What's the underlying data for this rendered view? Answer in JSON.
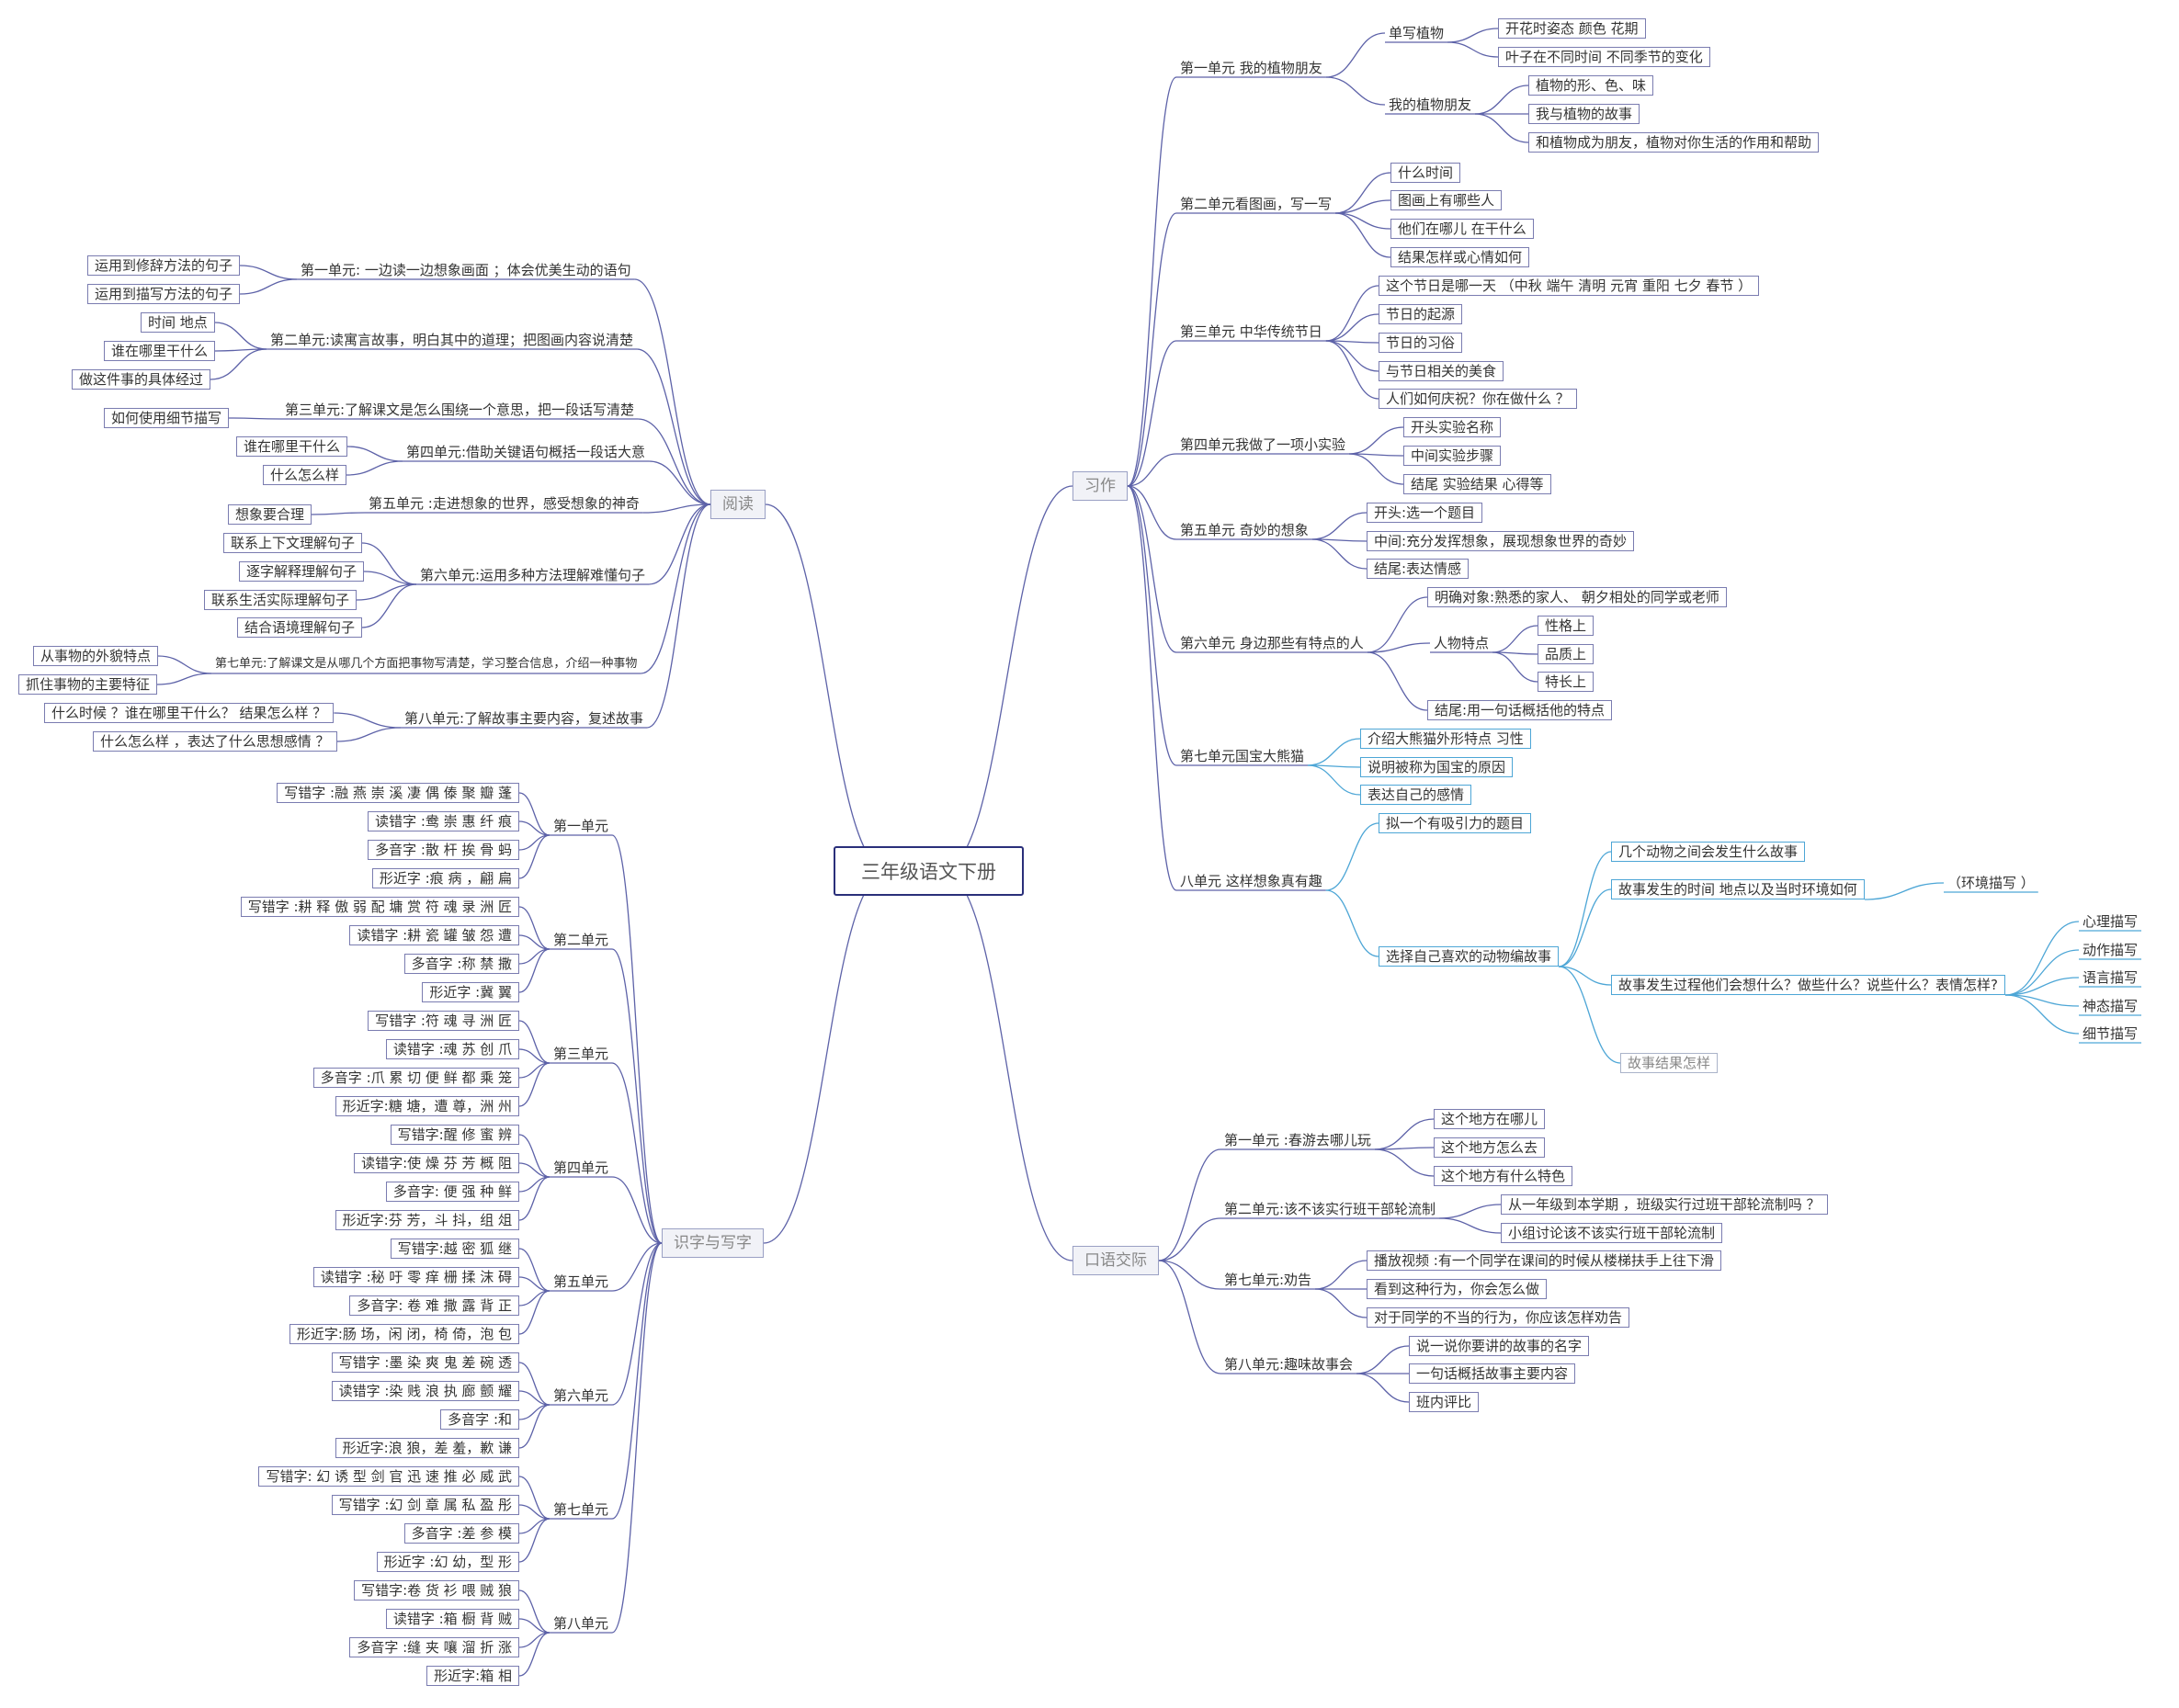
{
  "root": {
    "title": "三年级语文下册"
  },
  "branches": {
    "xizuo": {
      "label": "习作",
      "u1": {
        "label": "第一单元  我的植物朋友",
        "a": {
          "label": "单写植物",
          "items": [
            "开花时姿态  颜色  花期",
            "叶子在不同时间  不同季节的变化"
          ]
        },
        "b": {
          "label": "我的植物朋友",
          "items": [
            "植物的形、色、味",
            "我与植物的故事",
            "和植物成为朋友，植物对你生活的作用和帮助"
          ]
        }
      },
      "u2": {
        "label": "第二单元看图画，写一写",
        "items": [
          "什么时间",
          "图画上有哪些人",
          "他们在哪儿  在干什么",
          "结果怎样或心情如何"
        ]
      },
      "u3": {
        "label": "第三单元  中华传统节日",
        "items": [
          "这个节日是哪一天 （中秋  端午  清明  元宵  重阳  七夕  春节 ）",
          "节日的起源",
          "节日的习俗",
          "与节日相关的美食",
          "人们如何庆祝？你在做什么  ？"
        ]
      },
      "u4": {
        "label": "第四单元我做了一项小实验",
        "items": [
          "开头实验名称",
          "中间实验步骤",
          "结尾  实验结果  心得等"
        ]
      },
      "u5": {
        "label": "第五单元  奇妙的想象",
        "items": [
          "开头:选一个题目",
          "中间:充分发挥想象，展现想象世界的奇妙",
          "结尾:表达情感"
        ]
      },
      "u6": {
        "label": "第六单元  身边那些有特点的人",
        "target": "明确对象:熟悉的家人、  朝夕相处的同学或老师",
        "person": "人物特点",
        "traits": [
          "性格上",
          "品质上",
          "特长上"
        ],
        "end": "结尾:用一句话概括他的特点"
      },
      "u7": {
        "label": "第七单元国宝大熊猫",
        "items": [
          "介绍大熊猫外形特点  习性",
          "说明被称为国宝的原因",
          "表达自己的感情"
        ]
      },
      "u8": {
        "label": "八单元  这样想象真有趣",
        "title_item": "拟一个有吸引力的题目",
        "story": "选择自己喜欢的动物编故事",
        "s1": "几个动物之间会发生什么故事",
        "s2": "故事发生的时间  地点以及当时环境如何",
        "env": "（环境描写 ）",
        "s3": "故事发生过程他们会想什么？做些什么？说些什么？表情怎样?",
        "desc": [
          "心理描写",
          "动作描写",
          "语言描写",
          "神态描写",
          "细节描写"
        ],
        "s4": "故事结果怎样"
      }
    },
    "kouyu": {
      "label": "口语交际",
      "u1": {
        "label": "第一单元 :春游去哪儿玩",
        "items": [
          "这个地方在哪儿",
          "这个地方怎么去",
          "这个地方有什么特色"
        ]
      },
      "u2": {
        "label": "第二单元:该不该实行班干部轮流制",
        "items": [
          "从一年级到本学期 ，班级实行过班干部轮流制吗  ？",
          "小组讨论该不该实行班干部轮流制"
        ]
      },
      "u7": {
        "label": "第七单元:劝告",
        "items": [
          "播放视频  :有一个同学在课间的时候从楼梯扶手上往下滑",
          "看到这种行为，你会怎么做",
          "对于同学的不当的行为，你应该怎样劝告"
        ]
      },
      "u8": {
        "label": "第八单元:趣味故事会",
        "items": [
          "说一说你要讲的故事的名字",
          "一句话概括故事主要内容",
          "班内评比"
        ]
      }
    },
    "yuedu": {
      "label": "阅读",
      "units": [
        {
          "label": "第一单元:  一边读一边想象画面  ；体会优美生动的语句",
          "items": [
            "运用到修辞方法的句子",
            "运用到描写方法的句子"
          ]
        },
        {
          "label": "第二单元:读寓言故事，明白其中的道理；把图画内容说清楚",
          "items": [
            "时间  地点",
            "谁在哪里干什么",
            "做这件事的具体经过"
          ]
        },
        {
          "label": "第三单元:了解课文是怎么围绕一个意思，把一段话写清楚",
          "items": [
            "如何使用细节描写"
          ]
        },
        {
          "label": "第四单元:借助关键语句概括一段话大意",
          "items": [
            "谁在哪里干什么",
            "什么怎么样"
          ]
        },
        {
          "label": "第五单元  :走进想象的世界，感受想象的神奇",
          "items": [
            "想象要合理"
          ]
        },
        {
          "label": "第六单元:运用多种方法理解难懂句子",
          "items": [
            "联系上下文理解句子",
            "逐字解释理解句子",
            "联系生活实际理解句子",
            "结合语境理解句子"
          ]
        },
        {
          "label": "第七单元:了解课文是从哪几个方面把事物写清楚，学习整合信息，介绍一种事物",
          "items": [
            "从事物的外貌特点",
            "抓住事物的主要特征"
          ]
        },
        {
          "label": "第八单元:了解故事主要内容，复述故事",
          "items": [
            "什么时候  ？谁在哪里干什么？  结果怎么样  ？",
            "什么怎么样 ，表达了什么思想感情  ？"
          ]
        }
      ]
    },
    "shizi": {
      "label": "识字与写字",
      "units": [
        {
          "label": "第一单元",
          "items": [
            "写错字 :融  燕  崇  溪  凄  偶  傣  聚  瓣  蓬",
            "读错字 :鸯  崇  惠  纤  痕",
            "多音字 :散  杆  挨  骨  蚂",
            "形近字 :痕  病 ，翩  扁"
          ]
        },
        {
          "label": "第二单元",
          "items": [
            "写错字 :耕    释  傲  弱  配  墉  赏  符  魂  录  洲  匠",
            "读错字 :耕  瓷  罐  皱  怨  遭",
            "多音字 :称    禁  撒",
            "形近字 :冀  翼"
          ]
        },
        {
          "label": "第三单元",
          "items": [
            "写错字 :符  魂  寻  洲  匠",
            "读错字 :魂    苏    创  爪",
            "多音字 :爪  累  切  便  鲜  都  乘  笼",
            "形近字:糖  塘，遭  尊，洲  州"
          ]
        },
        {
          "label": "第四单元",
          "items": [
            "写错字:醒    修    蜜    辨",
            "读错字:使    燥  芬  芳  概  阻",
            "多音字:  便    强    种    鲜",
            "形近字:芬  芳，斗  抖，组  俎"
          ]
        },
        {
          "label": "第五单元",
          "items": [
            "写错字:越    密  狐  继",
            "读错字 :秘  吁  零  痒  栅    揉  沫  碍",
            "多音字: 卷  难  撒  露  背  正",
            "形近字:肠  场，闲  闭，椅  倚，泡  包"
          ]
        },
        {
          "label": "第六单元",
          "items": [
            "写错字 :墨  染  爽  鬼  差  碗  透",
            "读错字 :染  贱  浪  执  廊  颤  耀",
            "多音字 :和",
            "形近字:浪  狼，差  羞，歉  谦"
          ]
        },
        {
          "label": "第七单元",
          "items": [
            "写错字: 幻  诱  型    剑  官  迅  速  推  必  威  武",
            "写错字 :幻  剑  章  属  私  盈  彤",
            "多音字 :差  参  模",
            "形近字 :幻  幼，型  形"
          ]
        },
        {
          "label": "第八单元",
          "items": [
            "写错字:卷  货  衫  喂  贼  狼",
            "读错字 :箱  橱  背  贼",
            "多音字 :缝  夹  嚷  溜  折  涨",
            "形近字:箱  相"
          ]
        }
      ]
    }
  }
}
